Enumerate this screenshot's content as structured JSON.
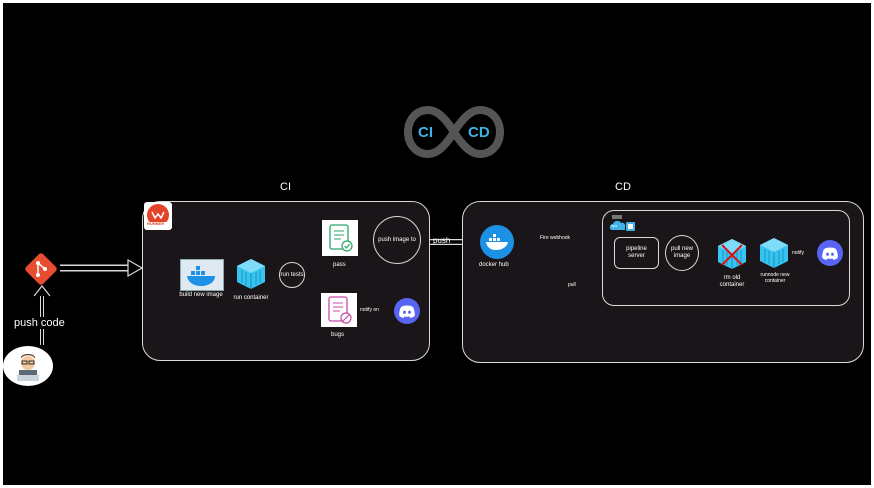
{
  "colors": {
    "background": "#000000",
    "panel": "#1a1519",
    "stroke": "#d9d9d9",
    "container_blue": "#38c3f0",
    "discord": "#5865f2",
    "git": "#e84d31",
    "gitlab_orange": "#e24329",
    "docker_blue": "#1d91e6",
    "logo_grey": "#555555",
    "logo_blue": "#3fb2e8"
  },
  "logo": {
    "left": "CI",
    "right": "CD"
  },
  "sections": {
    "ci": "CI",
    "cd": "CD"
  },
  "ci": {
    "build_image": "build new image",
    "run_container": "run container",
    "run_tests": "run tests",
    "pass": "pass",
    "bugs": "bugs",
    "notify_on": "notify on",
    "push_image_to": "push image to",
    "runner_label": "RUNNER"
  },
  "cd": {
    "docker_hub": "docker hub",
    "fire_webhook": "Fire webhook",
    "pull": "pull",
    "vps": "vps",
    "pipeline_server": "pipeline server",
    "pull_new_image": "pull new image",
    "rm_old_container": "rm old container",
    "run_new_container": "runnode new container",
    "notify": "notify"
  },
  "flow": {
    "push": "push",
    "push_code": "push code"
  },
  "icons": [
    "ci-cd-infinity-logo",
    "gitlab-runner-icon",
    "git-icon",
    "developer-avatar-icon",
    "docker-build-icon",
    "container-cube-icon",
    "test-pass-document-icon",
    "test-fail-document-icon",
    "discord-icon",
    "docker-hub-whale-icon",
    "vps-cloud-icon",
    "crossed-container-icon"
  ]
}
